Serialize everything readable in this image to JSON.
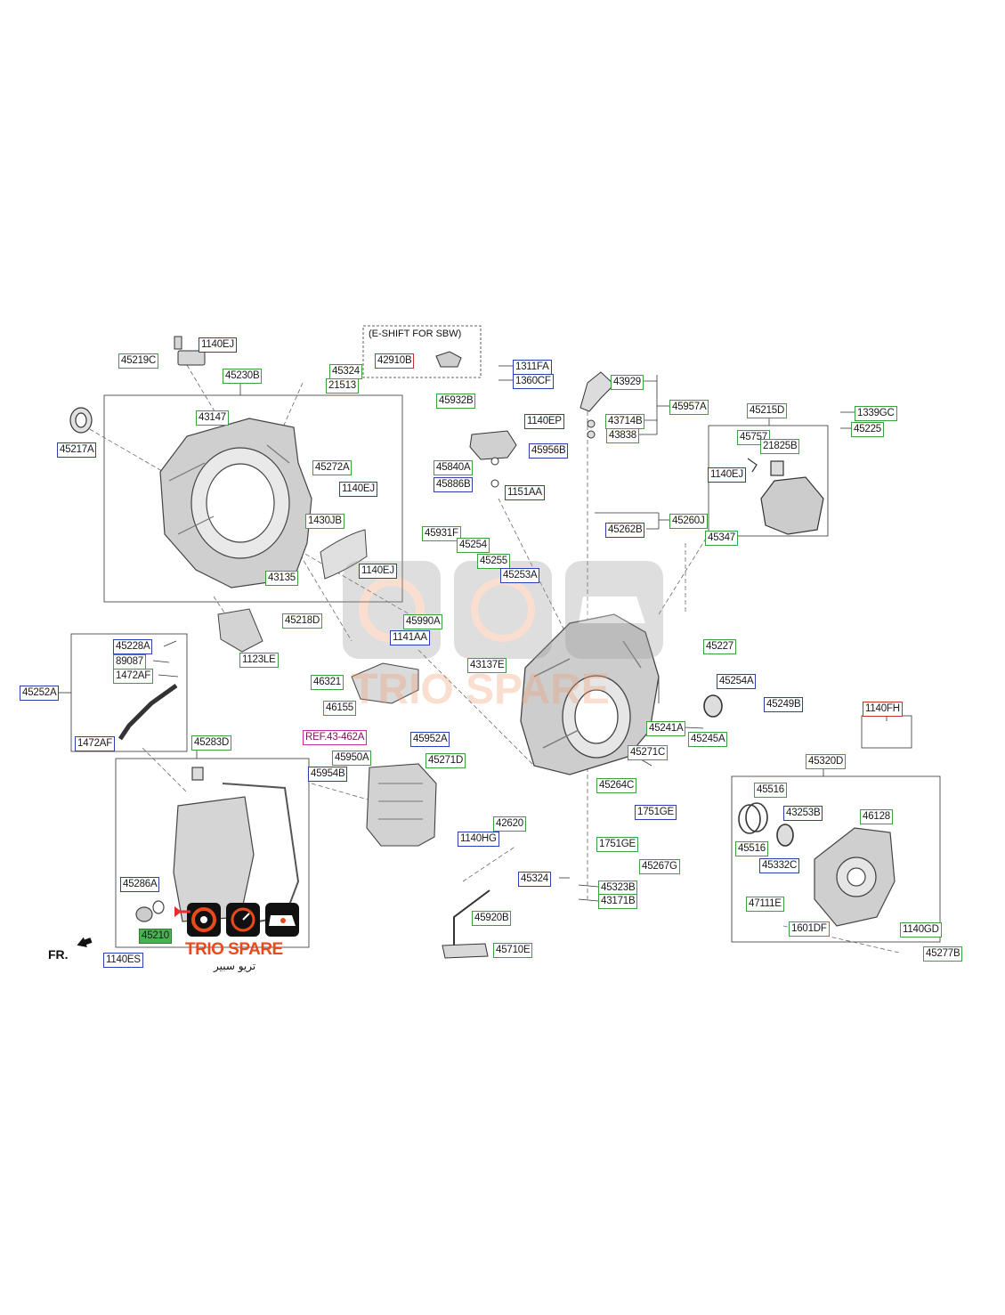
{
  "diagram": {
    "section_header": "(E-SHIFT FOR SBW)",
    "front_marker": "FR.",
    "watermark": {
      "brand": "TRIO SPARE",
      "brand_ar": "تريو سبير"
    },
    "callouts": [
      "1140EJ",
      "45219C",
      "45324",
      "21513",
      "45230B",
      "42910B",
      "1311FA",
      "1360CF",
      "43929",
      "45932B",
      "43147",
      "45217A",
      "45957A",
      "1140EP",
      "43714B",
      "43838",
      "45215D",
      "1339GC",
      "45225",
      "45757",
      "21825B",
      "45956B",
      "45272A",
      "1140EJ",
      "45840A",
      "45886B",
      "1151AA",
      "1140EJ",
      "1430JB",
      "45260J",
      "45262B",
      "45347",
      "45931F",
      "45254",
      "45255",
      "45253A",
      "43135",
      "1140EJ",
      "45218D",
      "45990A",
      "1141AA",
      "45227",
      "45228A",
      "89087",
      "1472AF",
      "1123LE",
      "43137E",
      "46321",
      "45254A",
      "45252A",
      "46155",
      "45249B",
      "45241A",
      "1140FH",
      "1472AF",
      "45283D",
      "REF.43-462A",
      "45952A",
      "45245A",
      "45950A",
      "45271D",
      "45271C",
      "45954B",
      "45320D",
      "45264C",
      "45516",
      "43253B",
      "46128",
      "1751GE",
      "42620",
      "1140HG",
      "1751GE",
      "45516",
      "45332C",
      "45267G",
      "45286A",
      "45324",
      "45323B",
      "47111E",
      "43171B",
      "45920B",
      "1140GD",
      "45210",
      "1601DF",
      "45710E",
      "1140ES",
      "45277B"
    ]
  }
}
